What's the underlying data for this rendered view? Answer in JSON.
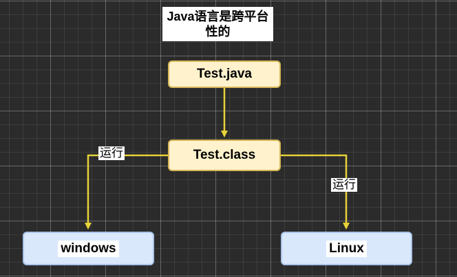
{
  "diagram": {
    "title": "Java语言是跨平台性的",
    "source_file": "Test.java",
    "compiled_file": "Test.class",
    "targets": [
      {
        "label": "windows"
      },
      {
        "label": "Linux"
      }
    ],
    "edge_labels": {
      "run_left": "运行",
      "run_right": "运行"
    }
  },
  "colors": {
    "background": "#2b2b2b",
    "arrow": "#e6d33a",
    "file_fill": "#fff2cc",
    "file_border": "#d6b656",
    "os_fill": "#dae8fc",
    "os_border": "#a9c4eb"
  }
}
